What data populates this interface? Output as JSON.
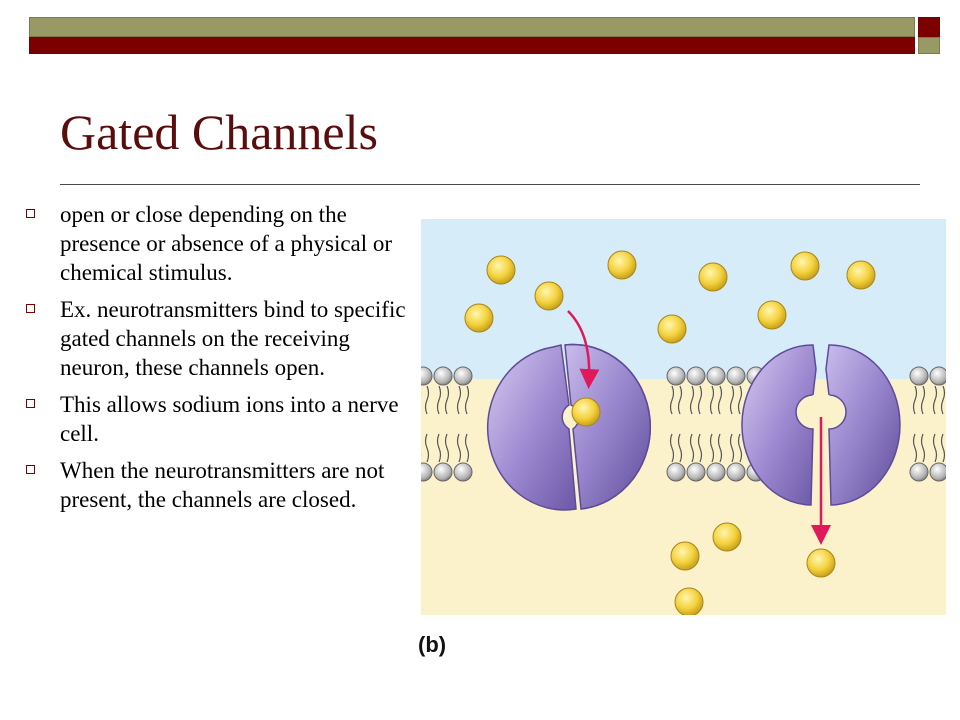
{
  "slide": {
    "title": "Gated Channels",
    "bullets": [
      "open or close depending on the presence or absence of a physical or chemical stimulus.",
      "Ex. neurotransmitters bind to specific  gated channels on the receiving neuron, these channels open.",
      "This allows sodium ions into a nerve cell.",
      "When the neurotransmitters are not present, the channels are closed."
    ],
    "figure_label": "(b)"
  },
  "colors": {
    "title": "#5a0d0d",
    "bar_olive": "#999966",
    "bar_maroon": "#7b0000",
    "extracellular": "#d6ecf8",
    "intracellular": "#fbf2cc",
    "protein": "#9d8ad0",
    "ion": "#f4d23e",
    "arrow": "#e0195a"
  }
}
